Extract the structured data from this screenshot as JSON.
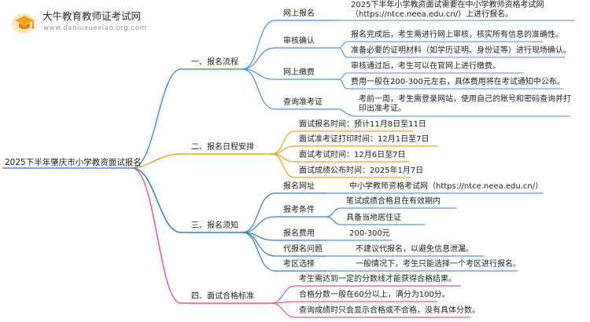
{
  "brand": {
    "name": "大牛教育教师证考试网",
    "url": "www.daniuxuexiao.org.com"
  },
  "root": "2025下半年肇庆市小学教资面试报名",
  "branches": [
    {
      "label": "一、报名流程",
      "color": "#4a8fe6",
      "children": [
        {
          "label": "网上报名",
          "leaves": [
            "2025下半年小学教资面试需要在中小学教师资格考试网（https://ntce.neea.edu.cn/）上进行报名。"
          ]
        },
        {
          "label": "审核确认",
          "leaves": [
            "报名完成后，考生需进行网上审核，核实所有信息的准确性。",
            "准备必要的证明材料（如学历证明、身份证等）进行现场确认。"
          ]
        },
        {
          "label": "网上缴费",
          "leaves": [
            "审核通过后，考生可以在官网上进行缴费。",
            "费用一般在200-300元左右，具体费用将在考试通知中公布。"
          ]
        },
        {
          "label": "查询准考证",
          "leaves": [
            "考前一周，考生需登录网站，使用自己的账号和密码查询并打印出准考证。"
          ]
        }
      ]
    },
    {
      "label": "二、报名日程安排",
      "color": "#f3a321",
      "children": [
        {
          "label": "面试报名时间：预计11月8日至11日"
        },
        {
          "label": "面试准考证打印时间：12月1日至7日"
        },
        {
          "label": "面试考试时间：12月6日至7日"
        },
        {
          "label": "面试成绩公布时间：2025年1月7日"
        }
      ]
    },
    {
      "label": "三、报名须知",
      "color": "#2e7fd8",
      "children": [
        {
          "label": "报名网址",
          "leaves": [
            "中小学教师资格考试网（https://ntce.neea.edu.cn/）"
          ]
        },
        {
          "label": "报考条件",
          "leaves": [
            "笔试成绩合格且在有效期内",
            "具备当地居住证"
          ]
        },
        {
          "label": "报名费用",
          "leaves": [
            "200-300元"
          ]
        },
        {
          "label": "代报名问题",
          "leaves": [
            "不建议代报名，以避免信息泄漏。"
          ]
        },
        {
          "label": "考区选择",
          "leaves": [
            "一般情况下，考生只能选择一个考区进行报名。"
          ]
        }
      ]
    },
    {
      "label": "四、面试合格标准",
      "color": "#ec5a7e",
      "children": [
        {
          "label": "考生需达到一定的分数线才能获得合格结果。"
        },
        {
          "label": "合格分数一般在60分以上，满分为100分。"
        },
        {
          "label": "查询成绩时只会显示合格或不合格，没有具体分数。"
        }
      ]
    }
  ]
}
